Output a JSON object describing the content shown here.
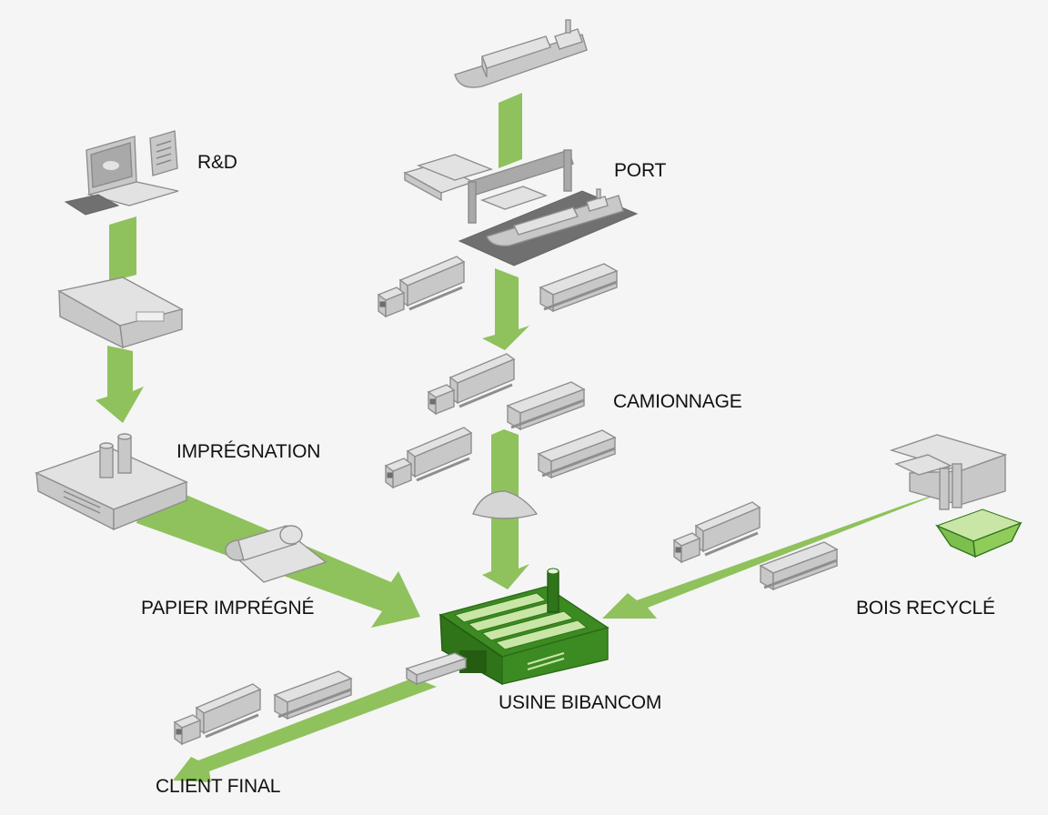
{
  "diagram": {
    "title": "Chaîne d'approvisionnement Bibancom",
    "colors": {
      "flow_arrow": "#8fc15d",
      "factory_green": "#3c8a22",
      "icon_grey": "#c8c8c8",
      "label_text": "#111111",
      "background": "#f4f5f4"
    },
    "nodes": [
      {
        "id": "rd",
        "label": "R&D",
        "icon": "laptop-document-icon"
      },
      {
        "id": "port",
        "label": "PORT",
        "icon": "cargo-ship-port-icon"
      },
      {
        "id": "camionnage",
        "label": "CAMIONNAGE",
        "icon": "trucks-icon"
      },
      {
        "id": "impregnation",
        "label": "IMPRÉGNATION",
        "icon": "factory-icon"
      },
      {
        "id": "papier",
        "label": "PAPIER IMPRÉGNÉ",
        "icon": "paper-roll-icon"
      },
      {
        "id": "bois",
        "label": "BOIS RECYCLÉ",
        "icon": "recycling-plant-icon"
      },
      {
        "id": "usine",
        "label": "USINE BIBANCOM",
        "icon": "green-factory-icon"
      },
      {
        "id": "client",
        "label": "CLIENT FINAL",
        "icon": "truck-icon"
      }
    ],
    "edges": [
      {
        "from": "ship",
        "to": "port"
      },
      {
        "from": "rd",
        "to": "prototype"
      },
      {
        "from": "prototype",
        "to": "impregnation"
      },
      {
        "from": "port",
        "to": "camionnage"
      },
      {
        "from": "camionnage",
        "to": "usine"
      },
      {
        "from": "impregnation",
        "to": "usine",
        "via": "papier"
      },
      {
        "from": "bois",
        "to": "usine"
      },
      {
        "from": "usine",
        "to": "client"
      }
    ]
  }
}
